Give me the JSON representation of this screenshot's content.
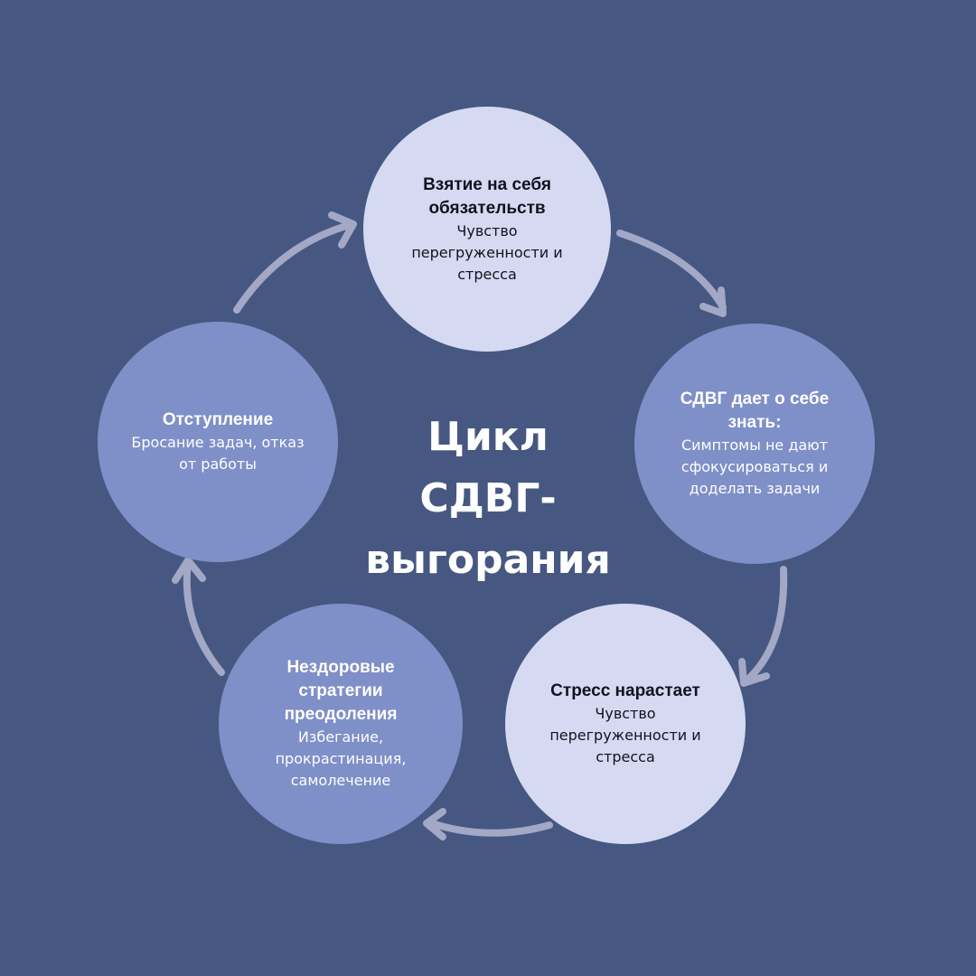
{
  "colors": {
    "background": "#465881",
    "light_node": "#d5daf2",
    "dark_node": "#7f8fc8",
    "arrow": "#a2a8c6"
  },
  "center": {
    "lines": [
      "Цикл",
      "СДВГ-",
      "выгорания"
    ]
  },
  "nodes": [
    {
      "title": "Взятие на себя обязательств",
      "text": "Чувство перегруженности и стресса"
    },
    {
      "title": "СДВГ дает о себе знать:",
      "text": "Симптомы не дают сфокусироваться и доделать задачи"
    },
    {
      "title": "Стресс нарастает",
      "text": "Чувство перегруженности и стресса"
    },
    {
      "title": "Нездоровые стратегии преодоления",
      "text": "Избегание, прокрастинация, самолечение"
    },
    {
      "title": "Отступление",
      "text": "Бросание задач, отказ от работы"
    }
  ]
}
